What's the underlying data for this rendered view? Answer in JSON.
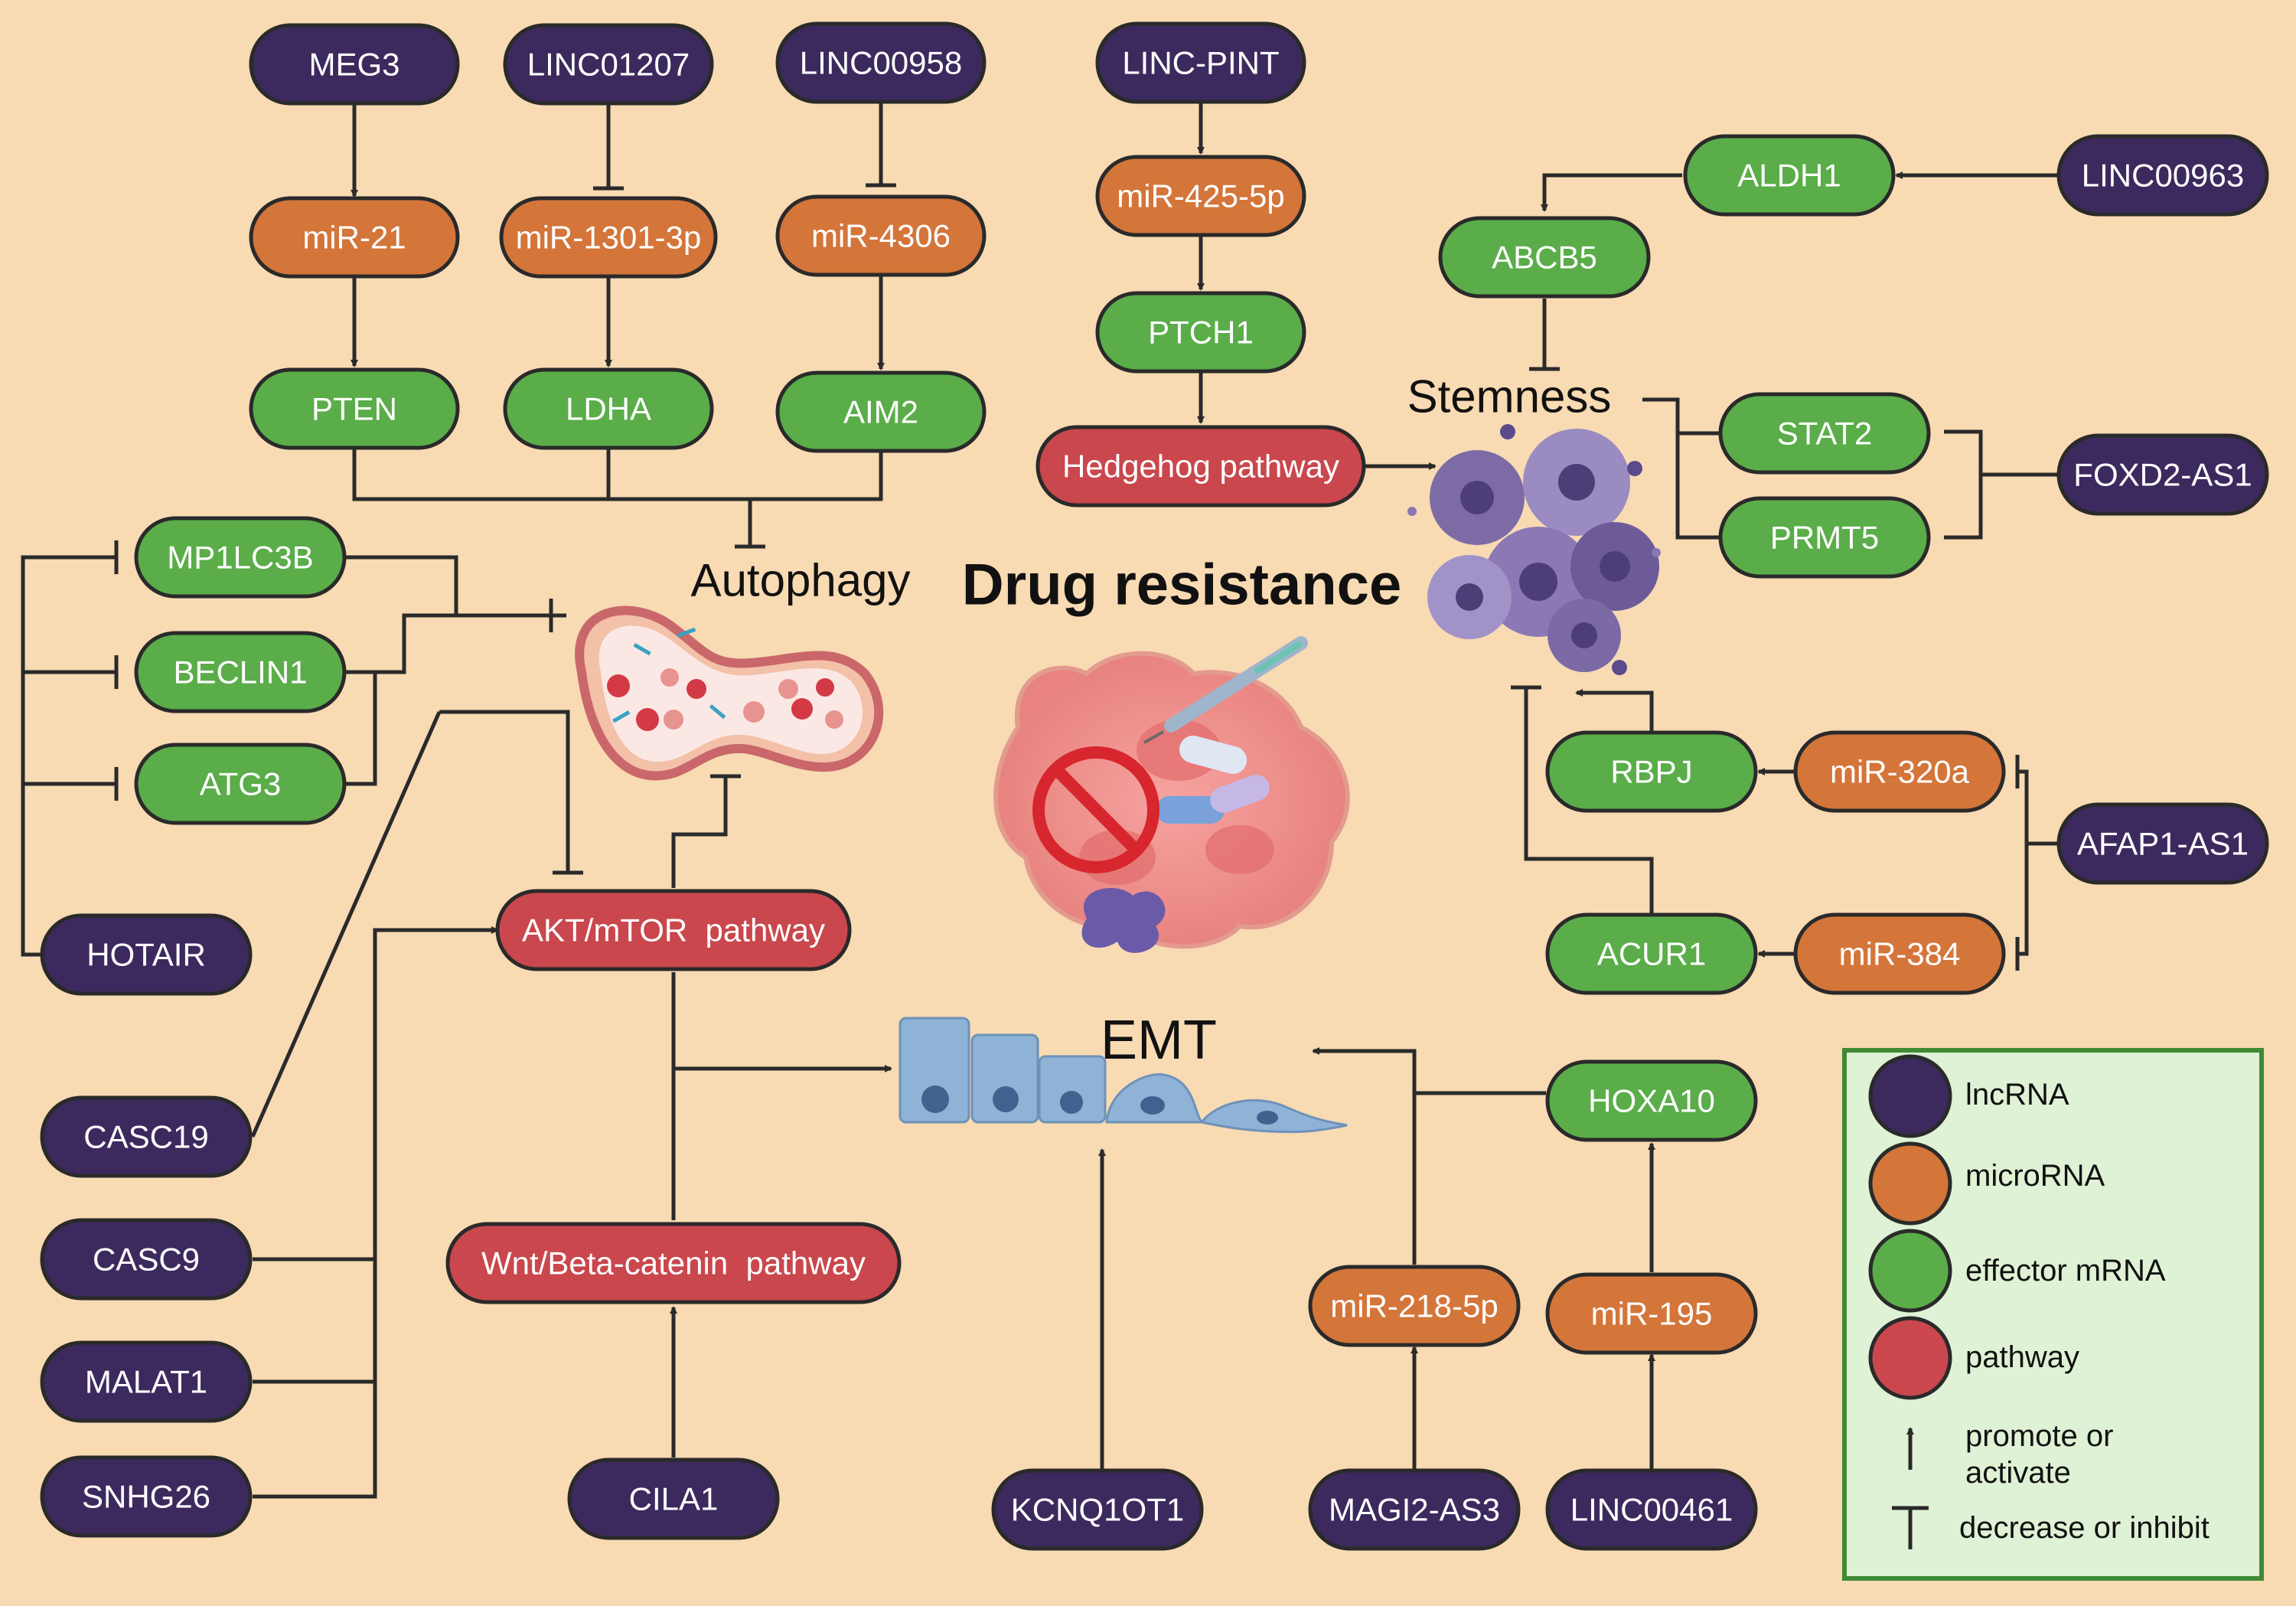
{
  "colors": {
    "background": "#f8dab3",
    "lncRNA": "#3c2a5e",
    "microRNA": "#d4753a",
    "mRNA": "#5aad49",
    "pathway": "#c9474d",
    "stroke": "#2a2a2a",
    "legend_bg": "#dff2d5",
    "legend_border": "#3f8a34"
  },
  "title": "Drug resistance",
  "processes": {
    "autophagy": "Autophagy",
    "stemness": "Stemness",
    "emt": "EMT"
  },
  "nodes": {
    "meg3": "MEG3",
    "linc01207": "LINC01207",
    "linc00958": "LINC00958",
    "linc_pint": "LINC-PINT",
    "mir21": "miR-21",
    "mir1301": "miR-1301-3p",
    "mir4306": "miR-4306",
    "mir425": "miR-425-5p",
    "pten": "PTEN",
    "ldha": "LDHA",
    "aim2": "AIM2",
    "ptch1": "PTCH1",
    "hedgehog": "Hedgehog pathway",
    "aldh1": "ALDH1",
    "linc00963": "LINC00963",
    "abcb5": "ABCB5",
    "stat2": "STAT2",
    "prmt5": "PRMT5",
    "foxd2": "FOXD2-AS1",
    "mp1lc3b": "MP1LC3B",
    "beclin1": "BECLIN1",
    "atg3": "ATG3",
    "hotair": "HOTAIR",
    "akt": "AKT/mTOR  pathway",
    "rbpj": "RBPJ",
    "mir320a": "miR-320a",
    "afap1": "AFAP1-AS1",
    "acur1": "ACUR1",
    "mir384": "miR-384",
    "casc19": "CASC19",
    "casc9": "CASC9",
    "malat1": "MALAT1",
    "snhg26": "SNHG26",
    "wnt": "Wnt/Beta-catenin  pathway",
    "cila1": "CILA1",
    "kcnq1ot1": "KCNQ1OT1",
    "hoxa10": "HOXA10",
    "mir218": "miR-218-5p",
    "mir195": "miR-195",
    "magi2": "MAGI2-AS3",
    "linc00461": "LINC00461"
  },
  "legend": {
    "lncRNA": "lncRNA",
    "microRNA": "microRNA",
    "mRNA": "effector mRNA",
    "pathway": "pathway",
    "promote_line1": "promote or",
    "promote_line2": "activate",
    "inhibit": "decrease or inhibit"
  }
}
